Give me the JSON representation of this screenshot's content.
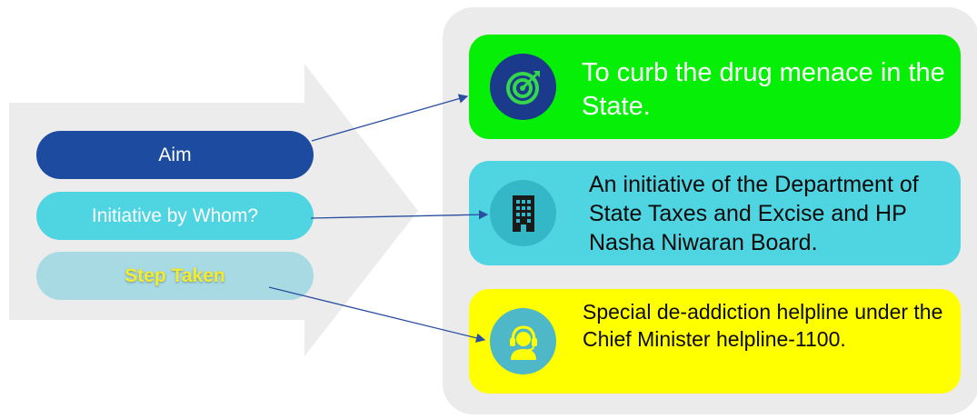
{
  "items": [
    {
      "label": "Aim",
      "detail": "To curb the drug menace in the State.",
      "icon": "target-icon"
    },
    {
      "label": "Initiative by Whom?",
      "detail": "An initiative of the Department of State Taxes and Excise and HP Nasha Niwaran Board.",
      "icon": "building-icon"
    },
    {
      "label": "Step Taken",
      "detail": "Special de-addiction helpline under the Chief Minister helpline-1100.",
      "icon": "helpline-agent-icon"
    }
  ],
  "colors": {
    "aim_pill": "#1c4ba0",
    "aim_card": "#06ef06",
    "whom_pill": "#4fd4e1",
    "whom_card": "#4fd4e1",
    "step_pill": "#a7dae3",
    "step_label": "#f3ec2e",
    "step_card": "#ffff00",
    "panel": "#ebebeb",
    "connector": "#2a4ea0"
  }
}
